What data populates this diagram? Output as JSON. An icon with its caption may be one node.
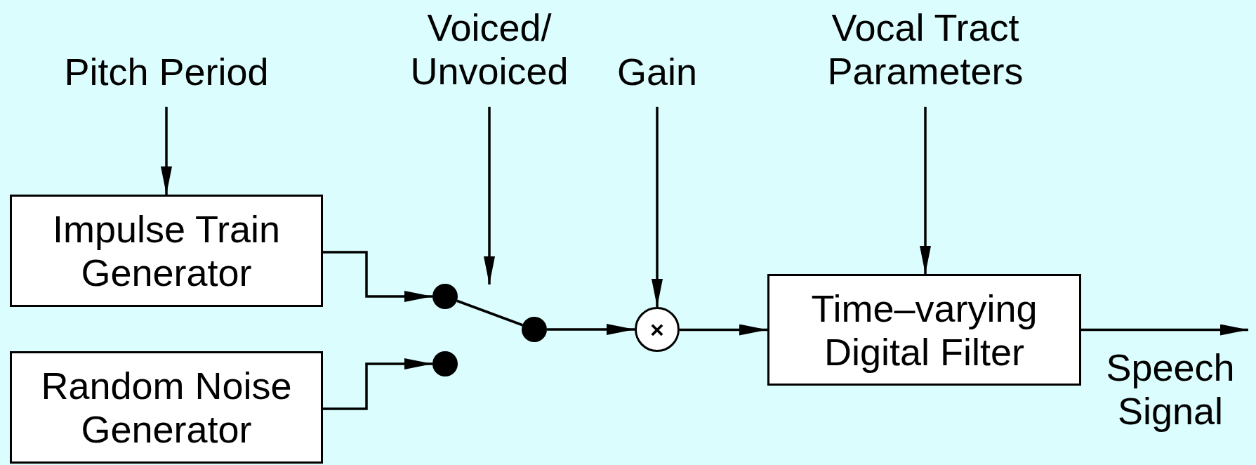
{
  "diagram": {
    "nodes": [
      {
        "text": [
          "Pitch Period"
        ]
      },
      {
        "text": [
          "Voiced/ Unvoiced"
        ]
      },
      {
        "text": [
          "Gain"
        ]
      },
      {
        "text": [
          "Vocal Tract Parameters"
        ]
      },
      {
        "text": [
          "Impulse Train Generator"
        ]
      },
      {
        "text": [
          "Random Noise Generator"
        ]
      },
      {
        "text": [],
        "shape": "circle"
      },
      {
        "text": [],
        "shape": "circle"
      },
      {
        "text": [],
        "shape": "circle"
      },
      {
        "text": [
          "×"
        ]
      },
      {
        "text": [
          "Time–varying Digital Filter"
        ]
      }
    ],
    "edges": [
      {
        "from": 0,
        "to": 4,
        "arrow": "to"
      },
      {
        "from": 4,
        "to": 6,
        "arrow": "to"
      },
      {
        "from": 5,
        "to": 7,
        "arrow": "to"
      },
      {
        "from": 6,
        "to": 8,
        "arrow": "none"
      },
      {
        "from": 1,
        "to": 6,
        "arrow": "to"
      },
      {
        "from": 8,
        "to": 9,
        "arrow": "to"
      },
      {
        "from": 2,
        "to": 9,
        "arrow": "to"
      },
      {
        "from": 9,
        "to": 10,
        "arrow": "to"
      },
      {
        "from": 3,
        "to": 10,
        "arrow": "to"
      },
      {
        "from": 10,
        "to": null,
        "arrow": "to"
      }
    ],
    "labels": [
      "Speech Signal"
    ]
  }
}
